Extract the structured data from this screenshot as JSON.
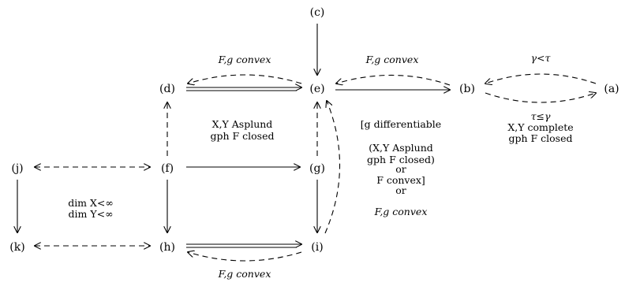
{
  "nodes": {
    "a": "(a)",
    "b": "(b)",
    "c": "(c)",
    "d": "(d)",
    "e": "(e)",
    "f": "(f)",
    "g": "(g)",
    "h": "(h)",
    "i": "(i)",
    "j": "(j)",
    "k": "(k)"
  },
  "labels": {
    "de_convex": "F,g convex",
    "eb_convex": "F,g convex",
    "ba_gamma_lt_tau": "γ<τ",
    "ab_tau_le_gamma": "τ≤γ",
    "ab_complete": "X,Y complete",
    "ab_closed": "gph F closed",
    "fe_asplund": "X,Y Asplund",
    "fe_closed": "gph F closed",
    "ie_cond_1": "[g differentiable",
    "ie_cond_2": "(X,Y Asplund",
    "ie_cond_3": "gph F closed)",
    "ie_cond_4": "or",
    "ie_cond_5": "F convex]",
    "ie_cond_6": "or",
    "ie_cond_7": "F,g convex",
    "jk_dimx": "dim X<∞",
    "jk_dimy": "dim Y<∞",
    "hi_convex": "F,g convex"
  }
}
